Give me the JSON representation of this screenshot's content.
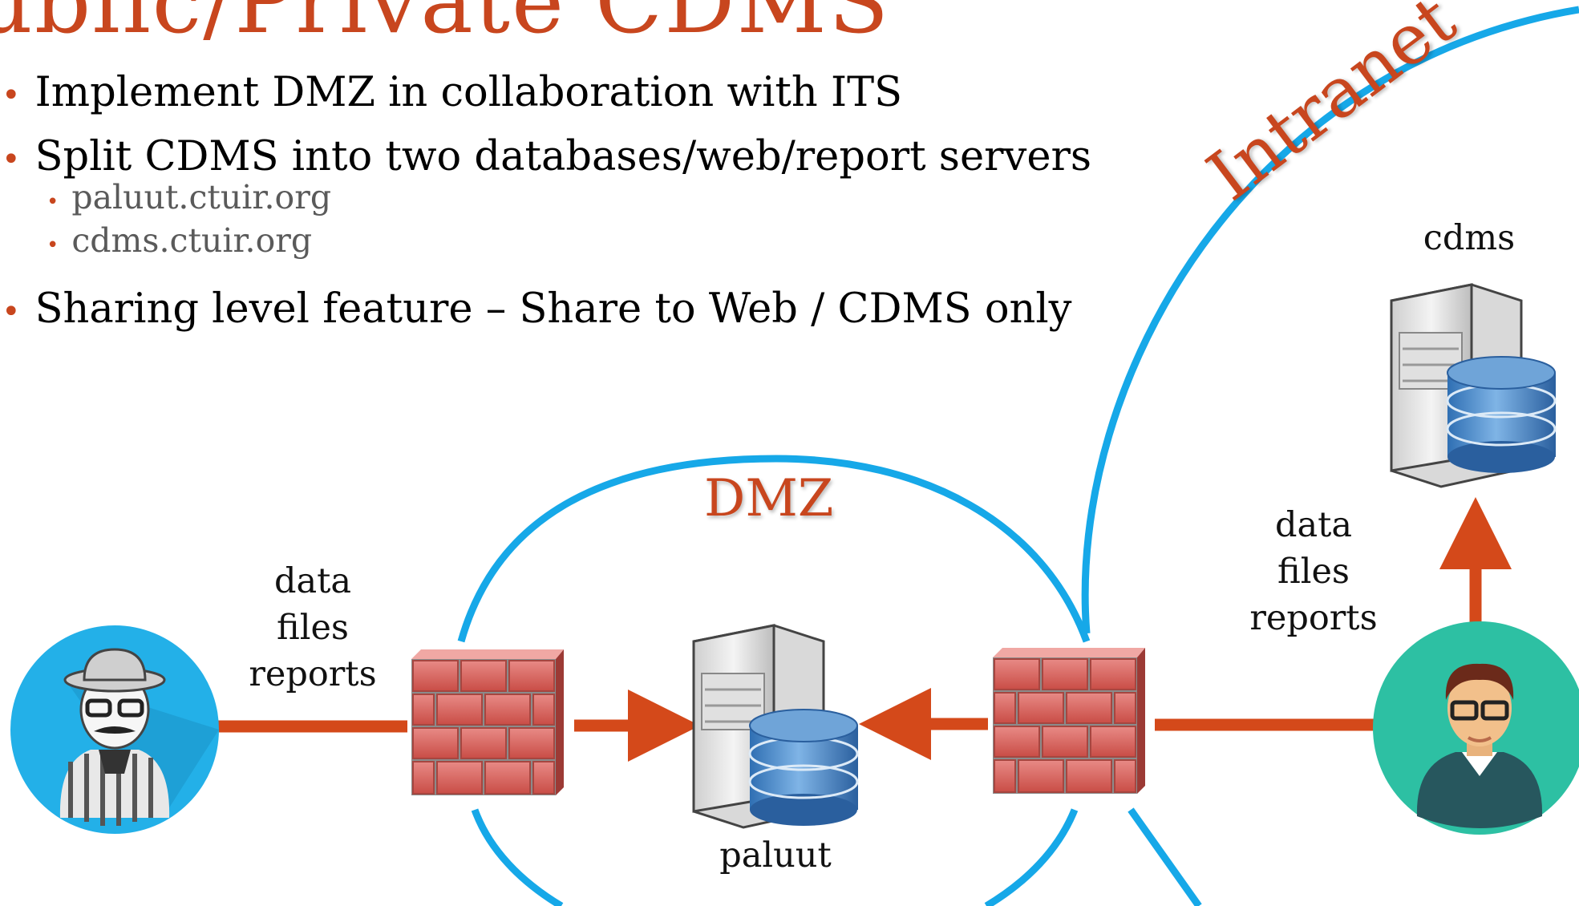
{
  "slide": {
    "title": "ublic/Private CDMS",
    "bullets": [
      {
        "text": "Implement DMZ in collaboration with ITS"
      },
      {
        "text": "Split CDMS into two databases/web/report servers",
        "sub": [
          "paluut.ctuir.org",
          "cdms.ctuir.org"
        ]
      },
      {
        "text": "Sharing level feature – Share to Web / CDMS only"
      }
    ]
  },
  "diagram": {
    "zones": {
      "dmz": "DMZ",
      "intranet": "Intranet"
    },
    "servers": {
      "paluut": "paluut",
      "cdms": "cdms"
    },
    "flow_labels": {
      "left": [
        "data",
        "files",
        "reports"
      ],
      "right": [
        "data",
        "files",
        "reports"
      ]
    },
    "colors": {
      "accent": "#c8461e",
      "ring": "#16a8e8",
      "arrow": "#d4491a",
      "text": "#5a5a5a"
    },
    "icons": [
      "public-user-icon",
      "firewall-icon",
      "database-server-icon",
      "internal-user-icon"
    ]
  }
}
